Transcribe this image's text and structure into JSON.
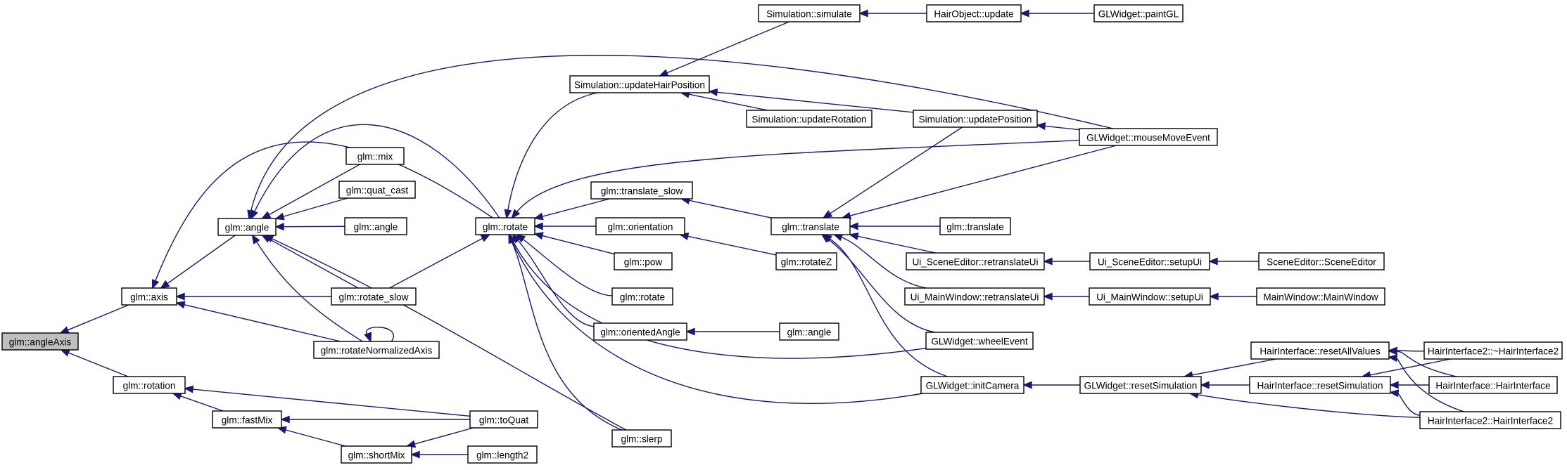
{
  "graph": {
    "title": "",
    "edge_color": "#191970",
    "root_fill": "#bfbfbf",
    "nodes": [
      {
        "id": "n_angleAxis",
        "label": "glm::angleAxis",
        "root": true
      },
      {
        "id": "n_axis",
        "label": "glm::axis"
      },
      {
        "id": "n_rotation",
        "label": "glm::rotation"
      },
      {
        "id": "n_angle1",
        "label": "glm::angle"
      },
      {
        "id": "n_rotate_slow",
        "label": "glm::rotate_slow"
      },
      {
        "id": "n_rotNormAxis",
        "label": "glm::rotateNormalizedAxis"
      },
      {
        "id": "n_fastMix",
        "label": "glm::fastMix"
      },
      {
        "id": "n_shortMix",
        "label": "glm::shortMix"
      },
      {
        "id": "n_toQuat",
        "label": "glm::toQuat"
      },
      {
        "id": "n_length2",
        "label": "glm::length2"
      },
      {
        "id": "n_mix",
        "label": "glm::mix"
      },
      {
        "id": "n_quat_cast",
        "label": "glm::quat_cast"
      },
      {
        "id": "n_angle2",
        "label": "glm::angle"
      },
      {
        "id": "n_rotate",
        "label": "glm::rotate"
      },
      {
        "id": "n_slerp",
        "label": "glm::slerp"
      },
      {
        "id": "n_updateHairPosition",
        "label": "Simulation::updateHairPosition"
      },
      {
        "id": "n_simulate",
        "label": "Simulation::simulate"
      },
      {
        "id": "n_updateRotation",
        "label": "Simulation::updateRotation"
      },
      {
        "id": "n_translate_slow",
        "label": "glm::translate_slow"
      },
      {
        "id": "n_orientation",
        "label": "glm::orientation"
      },
      {
        "id": "n_pow",
        "label": "glm::pow"
      },
      {
        "id": "n_rotate2",
        "label": "glm::rotate"
      },
      {
        "id": "n_orientedAngle",
        "label": "glm::orientedAngle"
      },
      {
        "id": "n_hairObjUpdate",
        "label": "HairObject::update"
      },
      {
        "id": "n_paintGL",
        "label": "GLWidget::paintGL"
      },
      {
        "id": "n_updatePosition",
        "label": "Simulation::updatePosition"
      },
      {
        "id": "n_mouseMoveEvent",
        "label": "GLWidget::mouseMoveEvent"
      },
      {
        "id": "n_translate",
        "label": "glm::translate"
      },
      {
        "id": "n_translate2",
        "label": "glm::translate"
      },
      {
        "id": "n_rotateZ",
        "label": "glm::rotateZ"
      },
      {
        "id": "n_angle3",
        "label": "glm::angle"
      },
      {
        "id": "n_seRetranslate",
        "label": "Ui_SceneEditor::retranslateUi"
      },
      {
        "id": "n_seSetupUi",
        "label": "Ui_SceneEditor::setupUi"
      },
      {
        "id": "n_sceneEditor",
        "label": "SceneEditor::SceneEditor"
      },
      {
        "id": "n_mwRetranslate",
        "label": "Ui_MainWindow::retranslateUi"
      },
      {
        "id": "n_mwSetupUi",
        "label": "Ui_MainWindow::setupUi"
      },
      {
        "id": "n_mainWindow",
        "label": "MainWindow::MainWindow"
      },
      {
        "id": "n_wheelEvent",
        "label": "GLWidget::wheelEvent"
      },
      {
        "id": "n_initCamera",
        "label": "GLWidget::initCamera"
      },
      {
        "id": "n_resetSimulation",
        "label": "GLWidget::resetSimulation"
      },
      {
        "id": "n_hiResetAll",
        "label": "HairInterface::resetAllValues"
      },
      {
        "id": "n_hiResetSim",
        "label": "HairInterface::resetSimulation"
      },
      {
        "id": "n_hi2Dtor",
        "label": "HairInterface2::~HairInterface2"
      },
      {
        "id": "n_hiCtor",
        "label": "HairInterface::HairInterface"
      },
      {
        "id": "n_hi2Ctor",
        "label": "HairInterface2::HairInterface2"
      }
    ],
    "edges": [
      {
        "from": "n_axis",
        "to": "n_angleAxis"
      },
      {
        "from": "n_rotation",
        "to": "n_angleAxis"
      },
      {
        "from": "n_angle1",
        "to": "n_axis"
      },
      {
        "from": "n_rotate_slow",
        "to": "n_axis"
      },
      {
        "from": "n_rotNormAxis",
        "to": "n_axis"
      },
      {
        "from": "n_rotate",
        "to": "n_axis"
      },
      {
        "from": "n_fastMix",
        "to": "n_rotation"
      },
      {
        "from": "n_toQuat",
        "to": "n_rotation"
      },
      {
        "from": "n_shortMix",
        "to": "n_fastMix"
      },
      {
        "from": "n_toQuat",
        "to": "n_fastMix"
      },
      {
        "from": "n_toQuat",
        "to": "n_shortMix"
      },
      {
        "from": "n_length2",
        "to": "n_shortMix"
      },
      {
        "from": "n_mix",
        "to": "n_angle1"
      },
      {
        "from": "n_quat_cast",
        "to": "n_angle1"
      },
      {
        "from": "n_angle2",
        "to": "n_angle1"
      },
      {
        "from": "n_rotate_slow",
        "to": "n_angle1"
      },
      {
        "from": "n_rotNormAxis",
        "to": "n_angle1"
      },
      {
        "from": "n_slerp",
        "to": "n_angle1"
      },
      {
        "from": "n_rotate",
        "to": "n_angle1"
      },
      {
        "from": "n_mouseMoveEvent",
        "to": "n_angle1"
      },
      {
        "from": "n_rotNormAxis",
        "to": "n_rotNormAxis"
      },
      {
        "from": "n_rotate_slow",
        "to": "n_rotate"
      },
      {
        "from": "n_updateHairPosition",
        "to": "n_rotate"
      },
      {
        "from": "n_mouseMoveEvent",
        "to": "n_rotate"
      },
      {
        "from": "n_translate_slow",
        "to": "n_rotate"
      },
      {
        "from": "n_orientation",
        "to": "n_rotate"
      },
      {
        "from": "n_pow",
        "to": "n_rotate"
      },
      {
        "from": "n_rotate2",
        "to": "n_rotate"
      },
      {
        "from": "n_orientedAngle",
        "to": "n_rotate"
      },
      {
        "from": "n_wheelEvent",
        "to": "n_rotate"
      },
      {
        "from": "n_initCamera",
        "to": "n_rotate"
      },
      {
        "from": "n_slerp",
        "to": "n_rotate"
      },
      {
        "from": "n_simulate",
        "to": "n_updateHairPosition"
      },
      {
        "from": "n_updateRotation",
        "to": "n_updateHairPosition"
      },
      {
        "from": "n_updatePosition",
        "to": "n_updateHairPosition"
      },
      {
        "from": "n_hairObjUpdate",
        "to": "n_simulate"
      },
      {
        "from": "n_paintGL",
        "to": "n_hairObjUpdate"
      },
      {
        "from": "n_mouseMoveEvent",
        "to": "n_updatePosition"
      },
      {
        "from": "n_translate",
        "to": "n_translate_slow"
      },
      {
        "from": "n_rotateZ",
        "to": "n_orientation"
      },
      {
        "from": "n_angle3",
        "to": "n_orientedAngle"
      },
      {
        "from": "n_updatePosition",
        "to": "n_translate"
      },
      {
        "from": "n_mouseMoveEvent",
        "to": "n_translate"
      },
      {
        "from": "n_translate2",
        "to": "n_translate"
      },
      {
        "from": "n_seRetranslate",
        "to": "n_translate"
      },
      {
        "from": "n_mwRetranslate",
        "to": "n_translate"
      },
      {
        "from": "n_wheelEvent",
        "to": "n_translate"
      },
      {
        "from": "n_initCamera",
        "to": "n_translate"
      },
      {
        "from": "n_seSetupUi",
        "to": "n_seRetranslate"
      },
      {
        "from": "n_sceneEditor",
        "to": "n_seSetupUi"
      },
      {
        "from": "n_mwSetupUi",
        "to": "n_mwRetranslate"
      },
      {
        "from": "n_mainWindow",
        "to": "n_mwSetupUi"
      },
      {
        "from": "n_resetSimulation",
        "to": "n_initCamera"
      },
      {
        "from": "n_hiResetAll",
        "to": "n_resetSimulation"
      },
      {
        "from": "n_hiResetSim",
        "to": "n_resetSimulation"
      },
      {
        "from": "n_hi2Ctor",
        "to": "n_resetSimulation"
      },
      {
        "from": "n_hi2Dtor",
        "to": "n_hiResetAll"
      },
      {
        "from": "n_hiCtor",
        "to": "n_hiResetAll"
      },
      {
        "from": "n_hi2Ctor",
        "to": "n_hiResetAll"
      },
      {
        "from": "n_hiCtor",
        "to": "n_hiResetSim"
      },
      {
        "from": "n_hi2Dtor",
        "to": "n_hiResetSim"
      },
      {
        "from": "n_hi2Ctor",
        "to": "n_hiResetSim"
      }
    ]
  }
}
